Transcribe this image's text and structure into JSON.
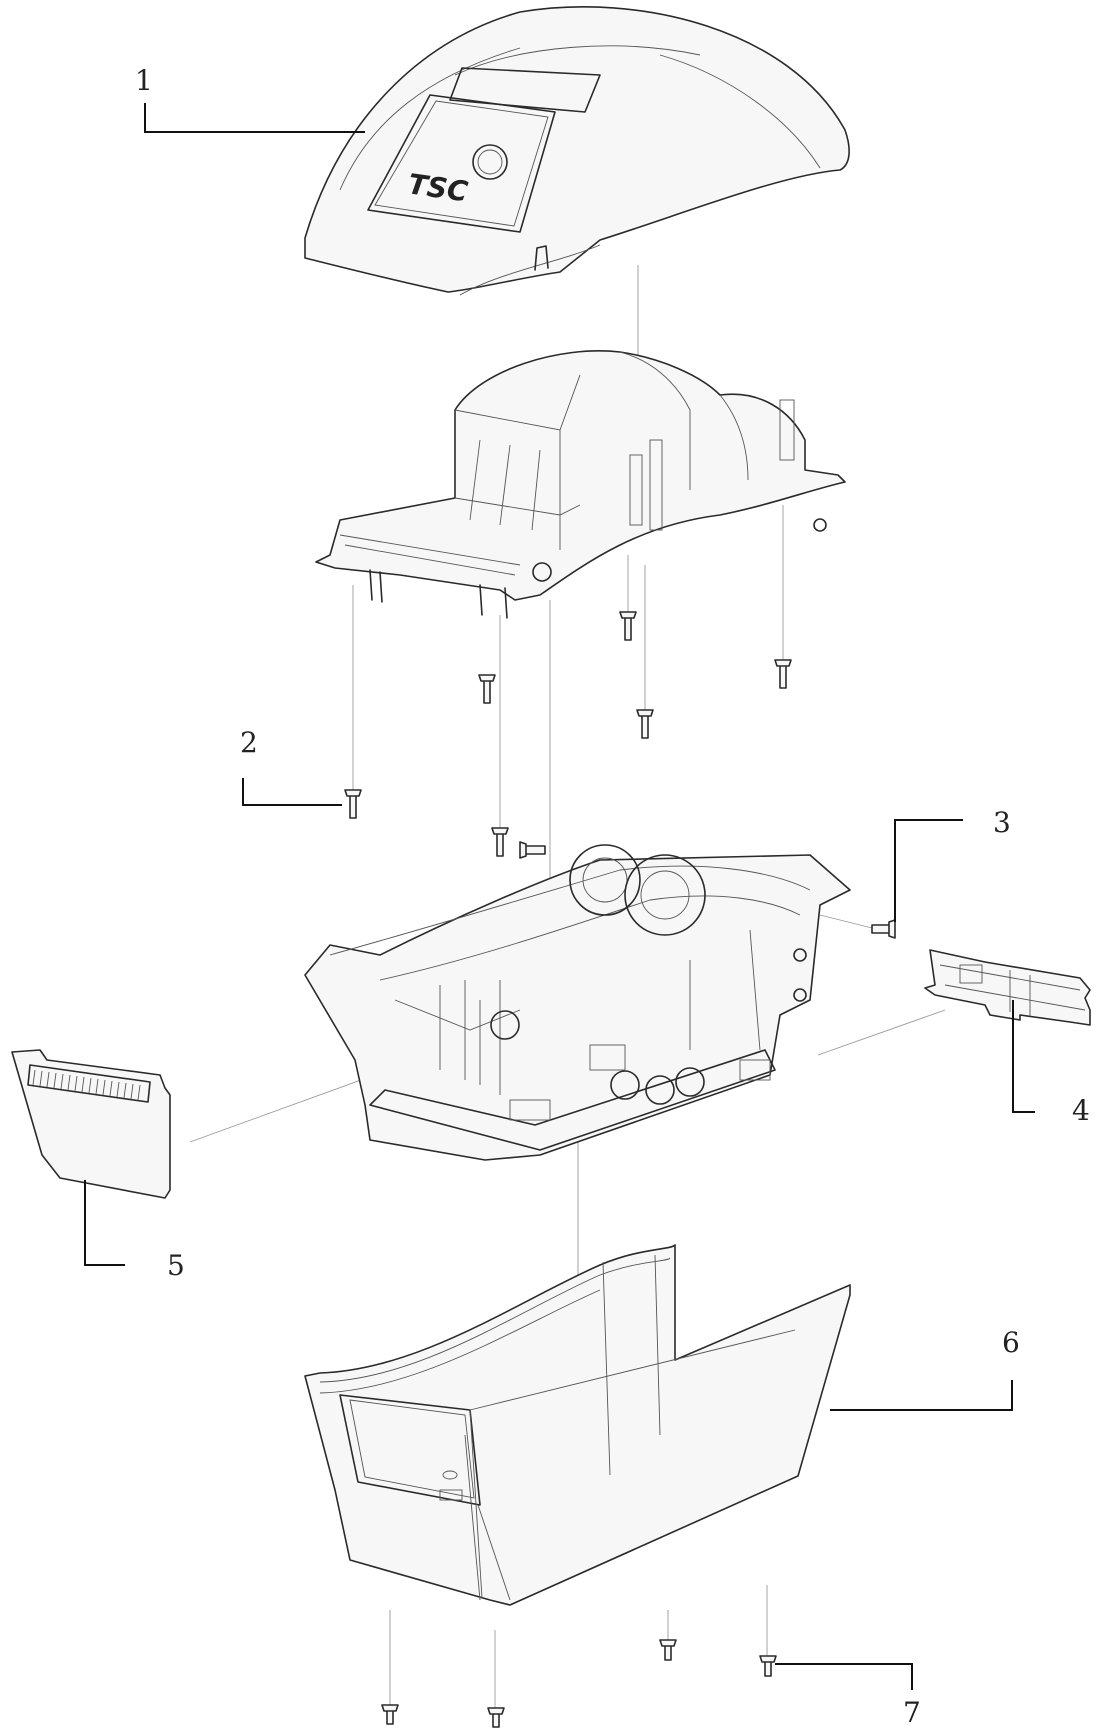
{
  "diagram": {
    "callouts": [
      {
        "id": "1",
        "label": "1"
      },
      {
        "id": "2",
        "label": "2"
      },
      {
        "id": "3",
        "label": "3"
      },
      {
        "id": "4",
        "label": "4"
      },
      {
        "id": "5",
        "label": "5"
      },
      {
        "id": "6",
        "label": "6"
      },
      {
        "id": "7",
        "label": "7"
      }
    ],
    "logo_text": "TSC"
  }
}
